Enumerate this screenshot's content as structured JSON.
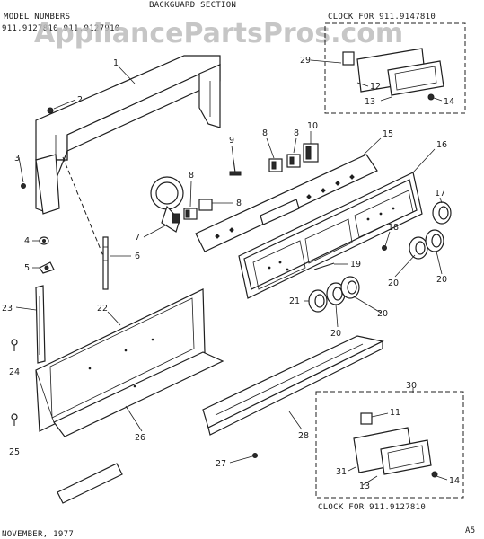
{
  "header": {
    "section_title": "BACKGUARD SECTION",
    "model_label": "MODEL NUMBERS",
    "model_numbers": "911.9127810  911.9127910",
    "clock_top": "CLOCK FOR 911.9147810",
    "clock_bottom": "CLOCK FOR 911.9127810"
  },
  "watermark": "AppliancePartsPros.com",
  "footer": {
    "date": "NOVEMBER, 1977",
    "page_code": "A5"
  },
  "callouts": {
    "c1": "1",
    "c2": "2",
    "c3": "3",
    "c4": "4",
    "c5": "5",
    "c6": "6",
    "c7": "7",
    "c8a": "8",
    "c8b": "8",
    "c8c": "8",
    "c8d": "8",
    "c9": "9",
    "c10": "10",
    "c11": "11",
    "c12": "12",
    "c13a": "13",
    "c13b": "13",
    "c14a": "14",
    "c14b": "14",
    "c15": "15",
    "c16": "16",
    "c17": "17",
    "c18": "18",
    "c19": "19",
    "c20a": "20",
    "c20b": "20",
    "c20c": "20",
    "c20d": "20",
    "c21": "21",
    "c22": "22",
    "c23": "23",
    "c24": "24",
    "c25": "25",
    "c26": "26",
    "c27": "27",
    "c28": "28",
    "c29": "29",
    "c30": "30",
    "c31": "31"
  }
}
